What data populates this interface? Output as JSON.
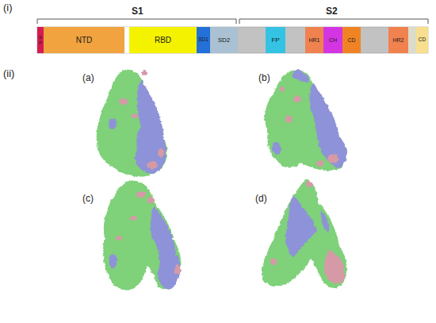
{
  "diagram": {
    "nodes": [
      {
        "text": [
          "SP"
        ]
      },
      {
        "text": [
          "NTD"
        ]
      },
      {
        "text": [
          "RBD"
        ]
      },
      {
        "text": [
          "SD1"
        ]
      },
      {
        "text": [
          "SD2"
        ]
      },
      {
        "text": [
          "FP"
        ]
      },
      {
        "text": [
          "HR1"
        ]
      },
      {
        "text": [
          "CH"
        ]
      },
      {
        "text": [
          "CD"
        ]
      },
      {
        "text": [
          "HR2"
        ]
      },
      {
        "text": [
          "CD"
        ]
      }
    ],
    "labels": [
      "(i)",
      "S1",
      "S2",
      "(ii)",
      "(a)",
      "(b)",
      "(c)",
      "(d)"
    ]
  }
}
